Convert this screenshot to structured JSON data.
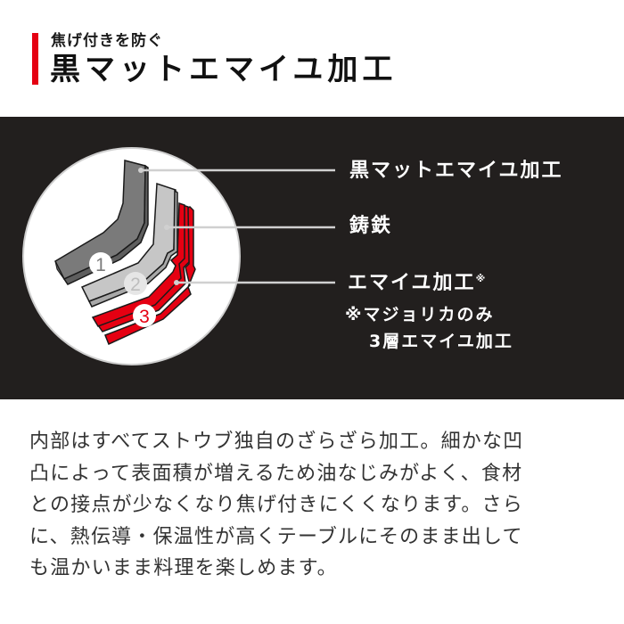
{
  "header": {
    "subtitle": "焦げ付きを防ぐ",
    "title": "黒マットエマイユ加工",
    "accent_color": "#e50012"
  },
  "diagram": {
    "background_color": "#221f1e",
    "layers": [
      {
        "number": "1",
        "label": "黒マットエマイユ加工",
        "color": "#7a7a7a"
      },
      {
        "number": "2",
        "label": "鋳鉄",
        "color": "#c4c4c4"
      },
      {
        "number": "3",
        "label": "エマイユ加工",
        "label_mark": "※",
        "color": "#e50012"
      }
    ],
    "note_line_1": "※マジョリカのみ",
    "note_line_2": "3層エマイユ加工"
  },
  "body": {
    "lines": [
      "内部はすべてストウブ独自のざらざら加工。細かな凹",
      "凸によって表面積が増えるため油なじみがよく、食材",
      "との接点が少なくなり焦げ付きにくくなります。さら",
      "に、熱伝導・保温性が高くテーブルにそのまま出して",
      "も温かいまま料理を楽しめます。"
    ]
  }
}
